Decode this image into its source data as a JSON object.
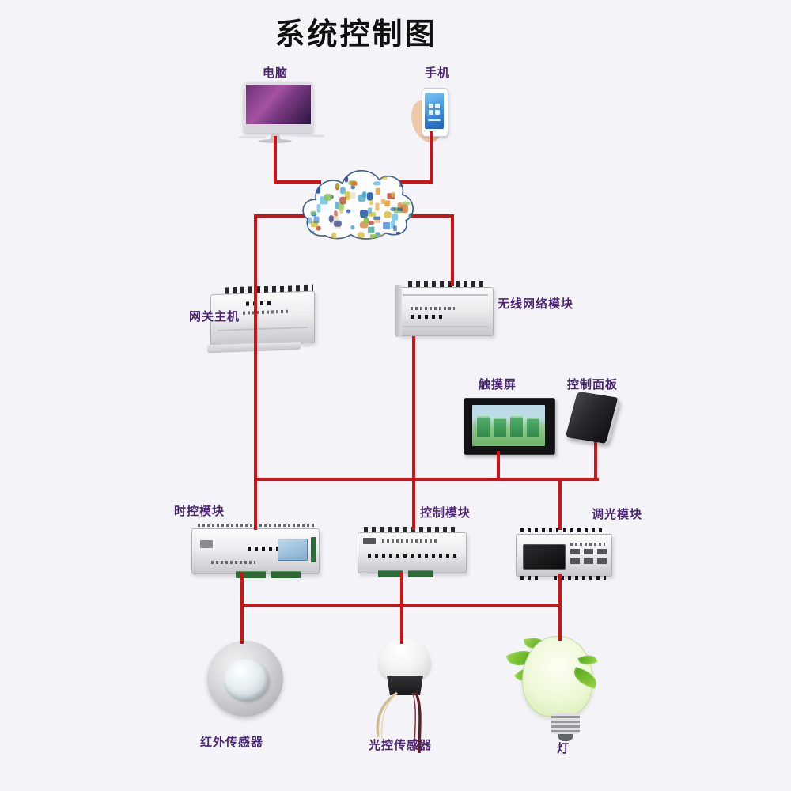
{
  "title": "系统控制图",
  "colors": {
    "background": "#f3f3f8",
    "wire": "#cf1315",
    "label": "#4a2570",
    "title": "#101010",
    "cloud_outline": "#44618e",
    "cloud_fill": "#fdfdff"
  },
  "cloud": {
    "icon": "internet-app-cloud",
    "palette": [
      "#2e7bd6",
      "#5bb8e8",
      "#1f9d8a",
      "#e8a23c",
      "#d8c44a",
      "#b84a32",
      "#2a5fa8",
      "#88c24a",
      "#e8e2d0",
      "#3a3f8c",
      "#d97b2e",
      "#4aa7c9"
    ]
  },
  "nodes": {
    "computer": {
      "label": "电脑"
    },
    "phone": {
      "label": "手机"
    },
    "gateway": {
      "label": "网关主机"
    },
    "wireless_module": {
      "label": "无线网络模块"
    },
    "touch_screen": {
      "label": "触摸屏"
    },
    "control_panel": {
      "label": "控制面板"
    },
    "time_control_module": {
      "label": "时控模块"
    },
    "control_module": {
      "label": "控制模块"
    },
    "dimming_module": {
      "label": "调光模块"
    },
    "infrared_sensor": {
      "label": "红外传感器"
    },
    "light_sensor": {
      "label": "光控传感器"
    },
    "lamp": {
      "label": "灯"
    }
  }
}
